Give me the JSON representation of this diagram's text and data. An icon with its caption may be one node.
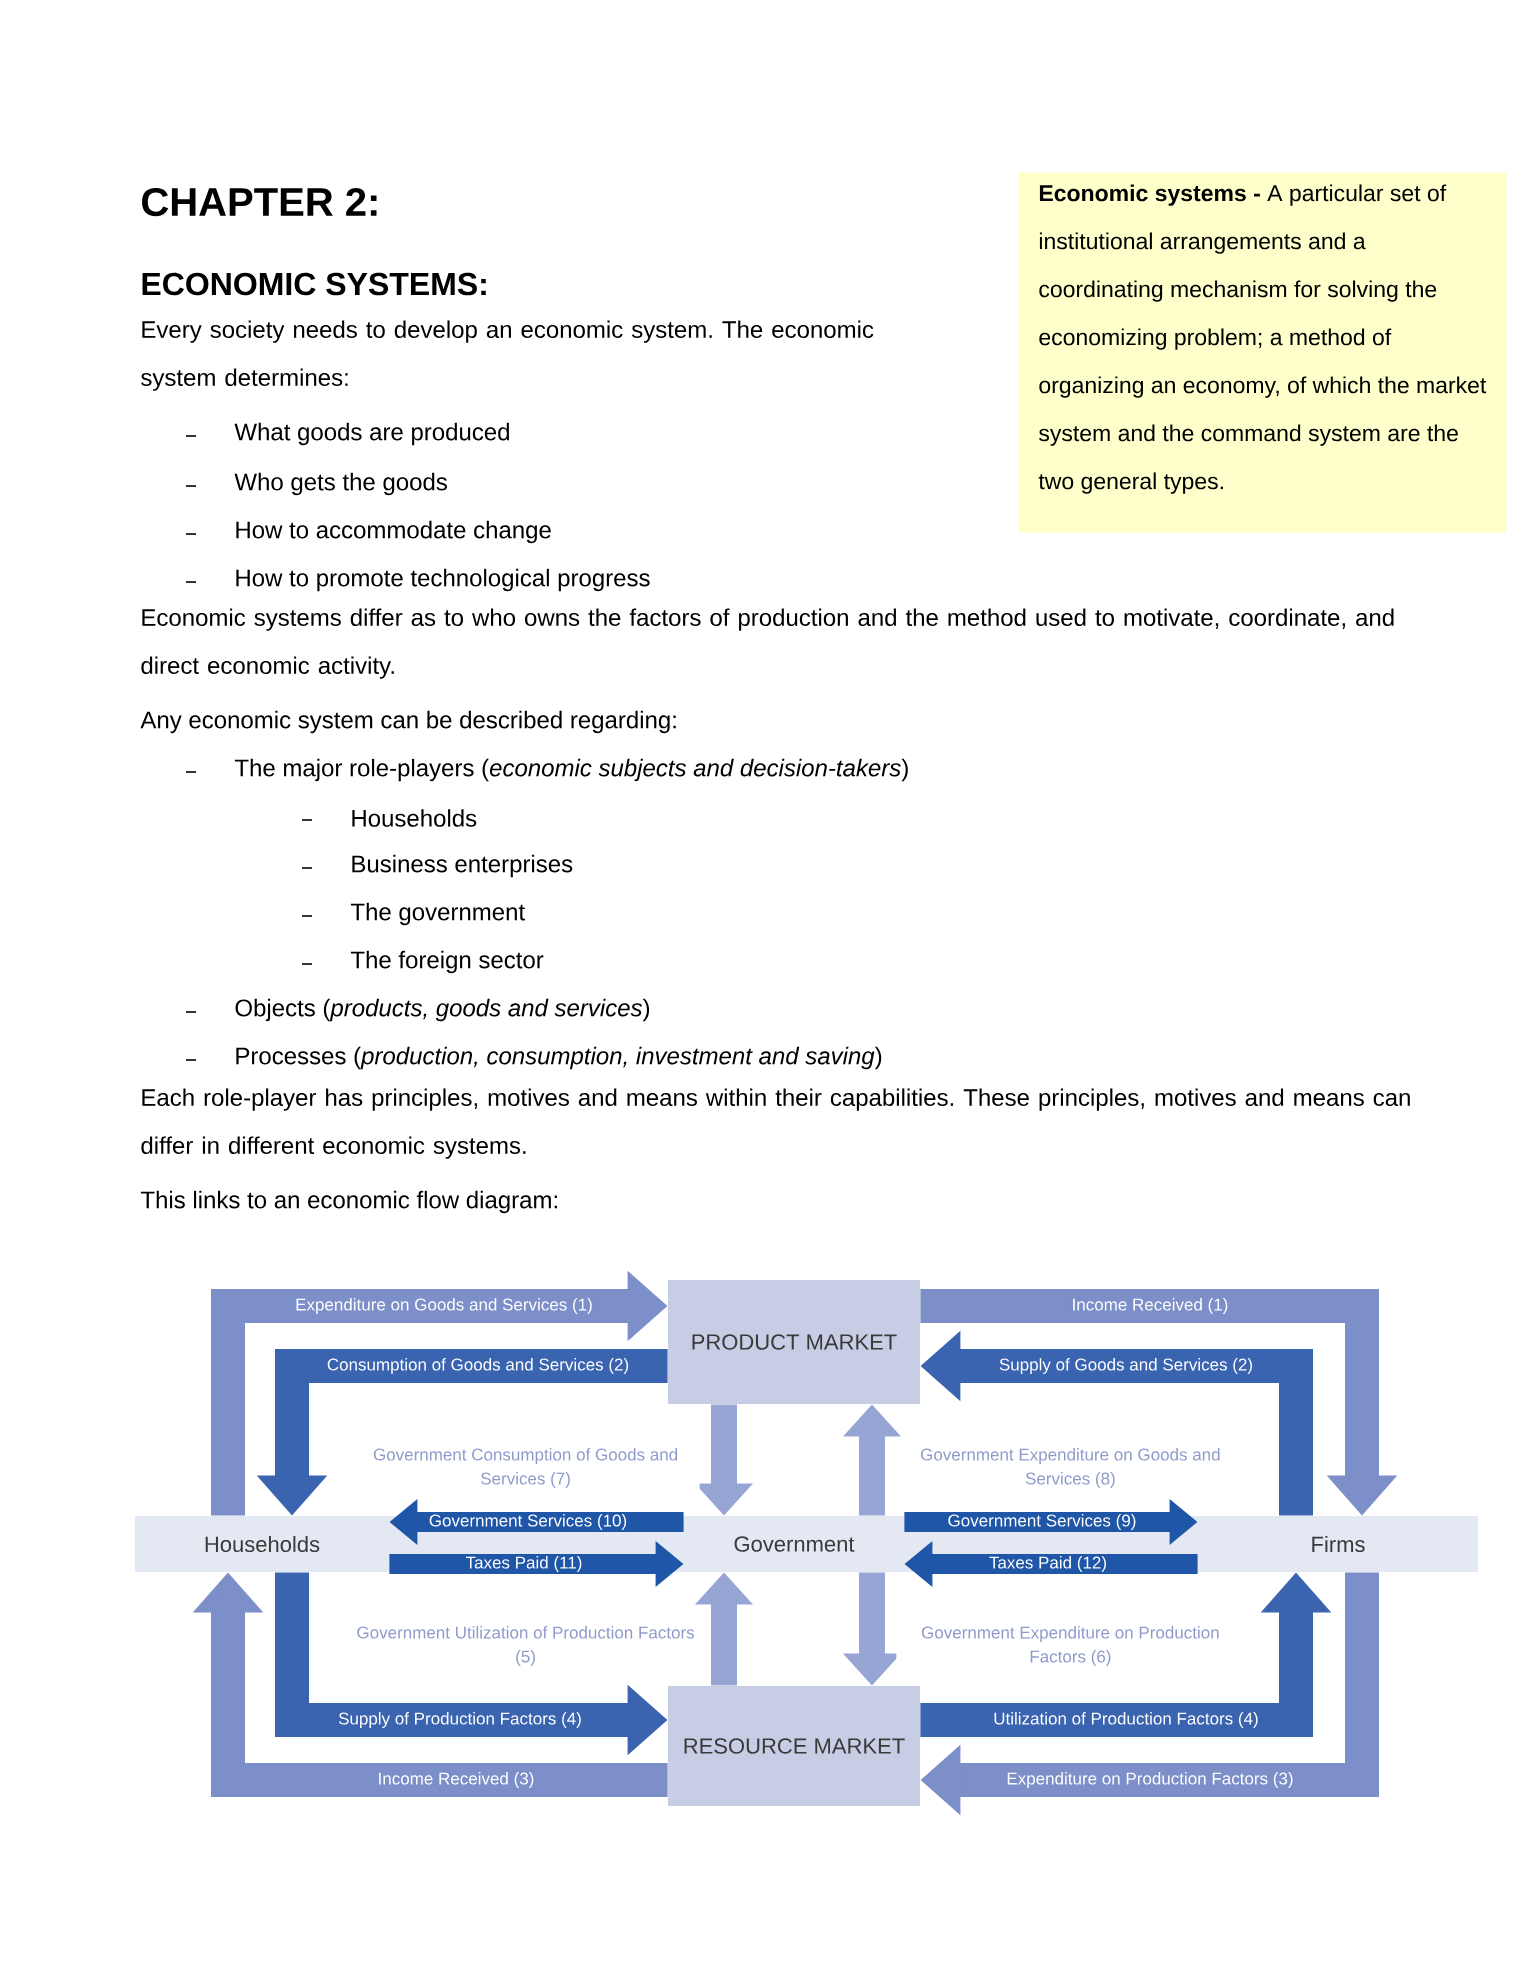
{
  "diagram": {
    "title": "CHAPTER 2:",
    "nodes": [
      {
        "text": [
          "**Economic systems -** A particular set of institutional arrangements and a coordinating mechanism for solving the economizing problem; a method of organizing an economy, of which the market system and the command system are the two general types."
        ]
      },
      {
        "text": [
          "PRODUCT MARKET"
        ]
      },
      {
        "text": [
          "Households"
        ]
      },
      {
        "text": [
          "Government"
        ]
      },
      {
        "text": [
          "Firms"
        ]
      },
      {
        "text": [
          "RESOURCE MARKET"
        ]
      }
    ],
    "edges": [
      {
        "from": 2,
        "to": 1,
        "arrow": "to",
        "label": "Expenditure on Goods and Services (1)",
        "color": "#7d8fc8"
      },
      {
        "from": 1,
        "to": 2,
        "arrow": "to",
        "label": "Consumption of Goods and Services (2)",
        "color": "#3b64b0"
      },
      {
        "from": 1,
        "to": 4,
        "arrow": "to",
        "label": "Income Received (1)",
        "color": "#7d8fc8"
      },
      {
        "from": 4,
        "to": 1,
        "arrow": "to",
        "label": "Supply of Goods and Services (2)",
        "color": "#3b64b0"
      },
      {
        "from": 1,
        "to": 3,
        "arrow": "to",
        "label": "Government Consumption of Goods and Services (7)",
        "color": "#97a5d4"
      },
      {
        "from": 3,
        "to": 1,
        "arrow": "to",
        "label": "Government Expenditure on Goods and Services (8)",
        "color": "#97a5d4"
      },
      {
        "from": 3,
        "to": 2,
        "arrow": "to",
        "label": "Government Services (10)",
        "color": "#1f56a8"
      },
      {
        "from": 2,
        "to": 3,
        "arrow": "to",
        "label": "Taxes Paid (11)",
        "color": "#1f56a8"
      },
      {
        "from": 3,
        "to": 4,
        "arrow": "to",
        "label": "Government Services (9)",
        "color": "#1f56a8"
      },
      {
        "from": 4,
        "to": 3,
        "arrow": "to",
        "label": "Taxes Paid (12)",
        "color": "#1f56a8"
      },
      {
        "from": 5,
        "to": 3,
        "arrow": "to",
        "label": "Government Utilization of Production Factors (5)",
        "color": "#97a5d4"
      },
      {
        "from": 3,
        "to": 5,
        "arrow": "to",
        "label": "Government Expenditure on Production Factors (6)",
        "color": "#97a5d4"
      },
      {
        "from": 2,
        "to": 5,
        "arrow": "to",
        "label": "Supply of Production Factors (4)",
        "color": "#3b64b0"
      },
      {
        "from": 5,
        "to": 2,
        "arrow": "to",
        "label": "Income Received (3)",
        "color": "#7d8fc8"
      },
      {
        "from": 5,
        "to": 4,
        "arrow": "to",
        "label": "Utilization of Production Factors (4)",
        "color": "#3b64b0"
      },
      {
        "from": 4,
        "to": 5,
        "arrow": "to",
        "label": "Expenditure on Production Factors (3)",
        "color": "#7d8fc8"
      }
    ],
    "labels": [
      "ECONOMIC SYSTEMS:",
      "Every society needs to develop an economic system. The economic system determines:",
      "What goods are produced",
      "Who gets the goods",
      "How to accommodate change",
      "How to promote technological progress",
      "Economic systems differ as to who owns the factors of production and the method used to motivate, coordinate, and direct economic activity.",
      "Any economic system can be described regarding:",
      "The major role-players (*economic subjects and decision-takers*)",
      "Households",
      "Business enterprises",
      "The government",
      "The foreign sector",
      "Objects (*products, goods and services*)",
      "Processes (*production, consumption, investment and saving*)",
      "Each role-player has principles, motives and means within their capabilities. These principles, motives and means can differ in different economic systems.",
      "This links to an economic flow diagram:"
    ]
  }
}
